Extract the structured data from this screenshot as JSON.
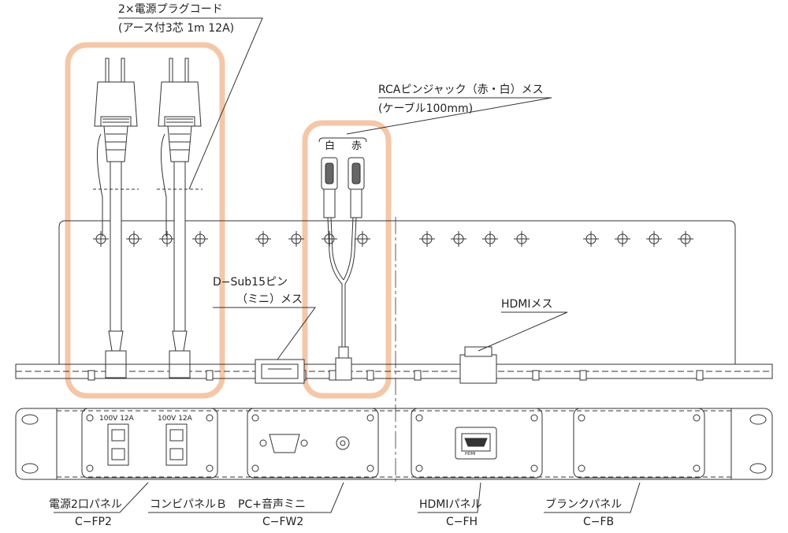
{
  "colors": {
    "highlight": "#f4c7a9",
    "line": "#333333"
  },
  "callouts": {
    "power_cord_title": "2×電源プラグコード",
    "power_cord_spec": "(アース付3芯 1m 12A)",
    "rca_title": "RCAピンジャック（赤・白）メス",
    "rca_spec": "(ケーブル100mm)",
    "rca_white": "白",
    "rca_red": "赤",
    "dsub_title": "D−Sub15ピン",
    "dsub_spec": "（ミニ）メス",
    "hdmi_title": "HDMIメス"
  },
  "panels": [
    {
      "name": "電源2口パネル",
      "code": "C−FP2",
      "outlet_rating": "100V 12A"
    },
    {
      "name": "コンビパネルＢ　PC+音声ミニ",
      "code": "C−FW2"
    },
    {
      "name": "HDMIパネル",
      "code": "C−FH",
      "connector_text": "HDMI"
    },
    {
      "name": "ブランクパネル",
      "code": "C−FB"
    }
  ]
}
